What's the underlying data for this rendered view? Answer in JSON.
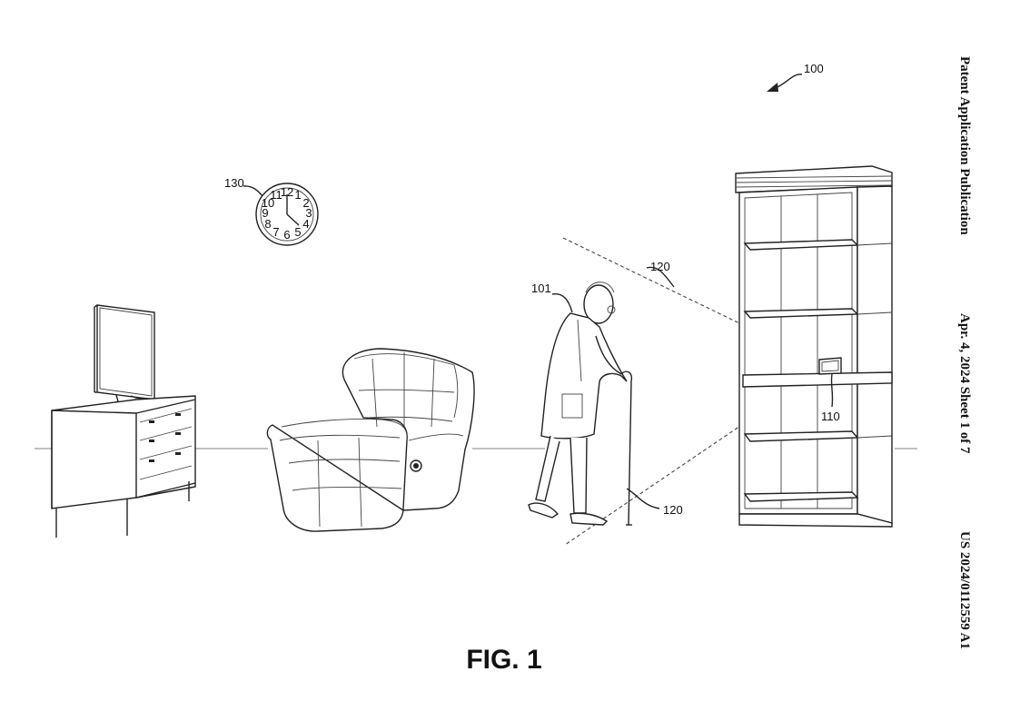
{
  "header": {
    "publication": "Patent Application Publication",
    "date_sheet": "Apr. 4, 2024  Sheet 1 of 7",
    "number": "US 2024/0112559 A1"
  },
  "figure": {
    "label": "FIG. 1",
    "refs": {
      "system": "100",
      "person": "101",
      "device": "110",
      "fov_upper": "120",
      "fov_lower": "120",
      "clock": "130"
    },
    "clock_numerals": [
      "12",
      "1",
      "2",
      "3",
      "4",
      "5",
      "6",
      "7",
      "8",
      "9",
      "10",
      "11"
    ]
  }
}
